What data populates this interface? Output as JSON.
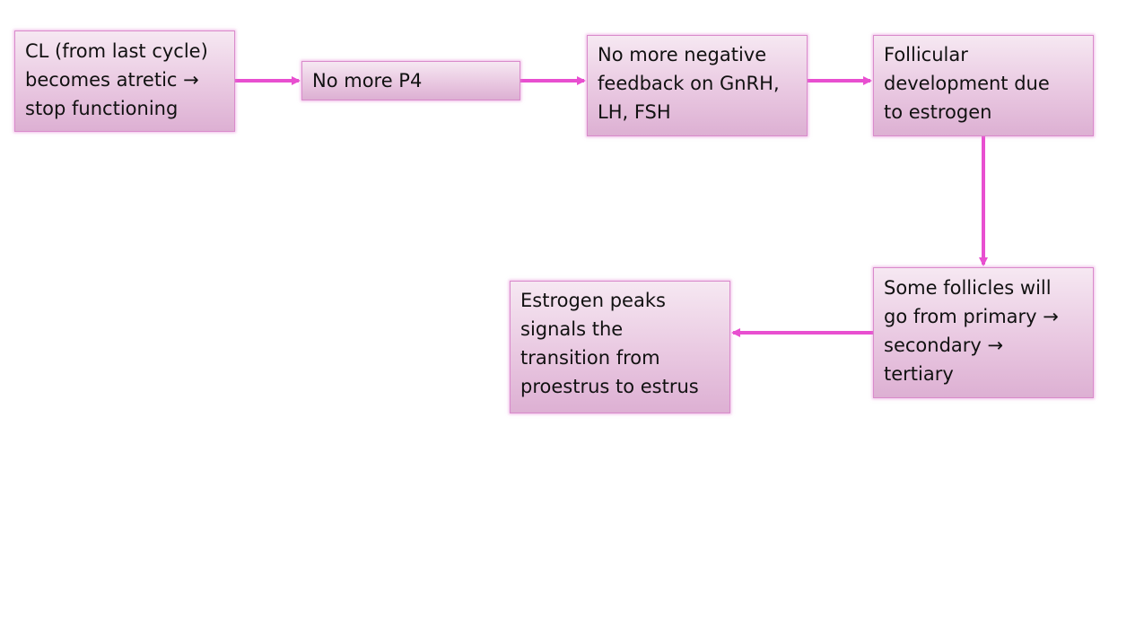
{
  "diagram": {
    "colors": {
      "arrow": "#e84fd0",
      "box_border": "#d98bcb",
      "box_fill_top": "#f6e8f2",
      "box_fill_bottom": "#ddb0d3",
      "text": "#111111"
    },
    "nodes": [
      {
        "id": "b1",
        "text": "CL (from last cycle)\nbecomes atretic →\nstop functioning"
      },
      {
        "id": "b2",
        "text": "No more P4"
      },
      {
        "id": "b3",
        "text": "No more negative\nfeedback on GnRH,\nLH, FSH"
      },
      {
        "id": "b4",
        "text": "Follicular\ndevelopment due\nto estrogen"
      },
      {
        "id": "b5",
        "text": "Some follicles will\ngo from primary →\nsecondary →\ntertiary"
      },
      {
        "id": "b6",
        "text": "Estrogen peaks\nsignals the\ntransition from\nproestrus to estrus"
      }
    ],
    "edges": [
      {
        "from": "b1",
        "to": "b2"
      },
      {
        "from": "b2",
        "to": "b3"
      },
      {
        "from": "b3",
        "to": "b4"
      },
      {
        "from": "b4",
        "to": "b5"
      },
      {
        "from": "b5",
        "to": "b6"
      }
    ]
  }
}
